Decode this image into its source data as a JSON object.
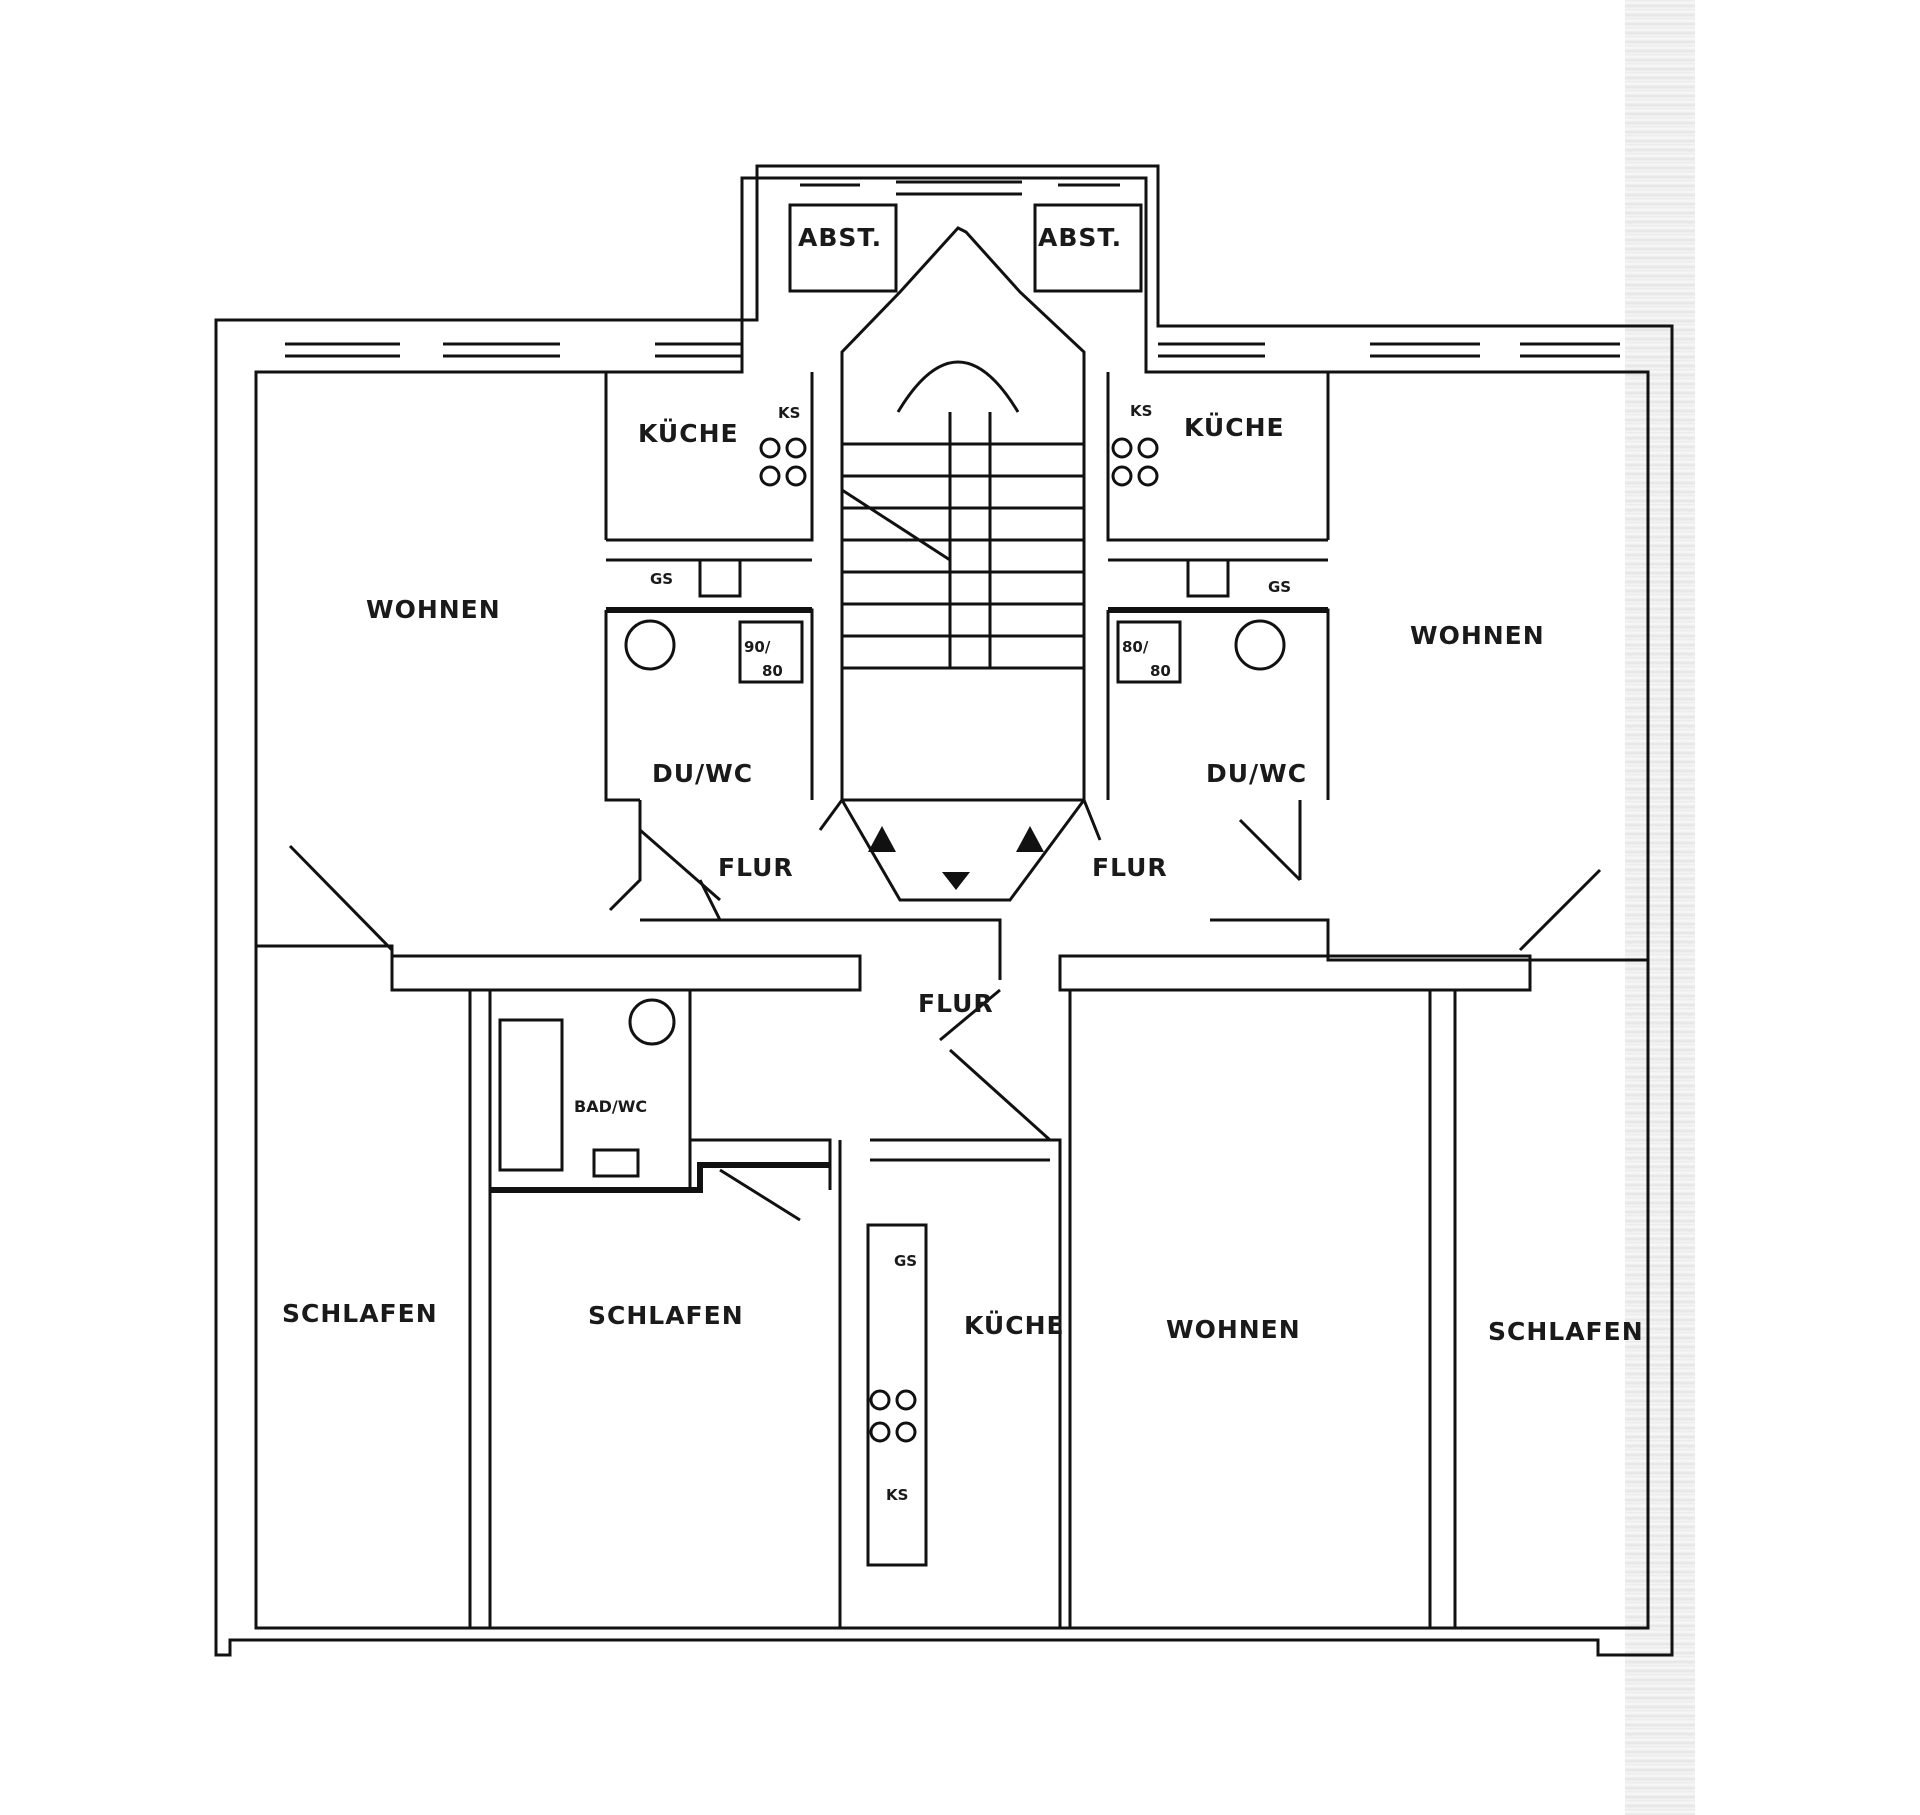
{
  "rooms": {
    "abst_left": "ABST.",
    "abst_right": "ABST.",
    "kueche_top_left": "KÜCHE",
    "kueche_top_right": "KÜCHE",
    "kueche_bottom": "KÜCHE",
    "wohnen_top_left": "WOHNEN",
    "wohnen_top_right": "WOHNEN",
    "wohnen_bottom": "WOHNEN",
    "schlafen_left": "SCHLAFEN",
    "schlafen_mid": "SCHLAFEN",
    "schlafen_right": "SCHLAFEN",
    "duwc_left": "DU/WC",
    "duwc_right": "DU/WC",
    "flur_left": "FLUR",
    "flur_right": "FLUR",
    "flur_center": "FLUR",
    "badwc": "BAD/WC"
  },
  "fixtures": {
    "ks_top_left": "KS",
    "ks_top_right": "KS",
    "ks_bottom": "KS",
    "gs_top_left": "GS",
    "gs_top_right": "GS",
    "gs_bottom": "GS",
    "shower_left_1": "90/",
    "shower_left_2": "80",
    "shower_right_1": "80/",
    "shower_right_2": "80"
  }
}
